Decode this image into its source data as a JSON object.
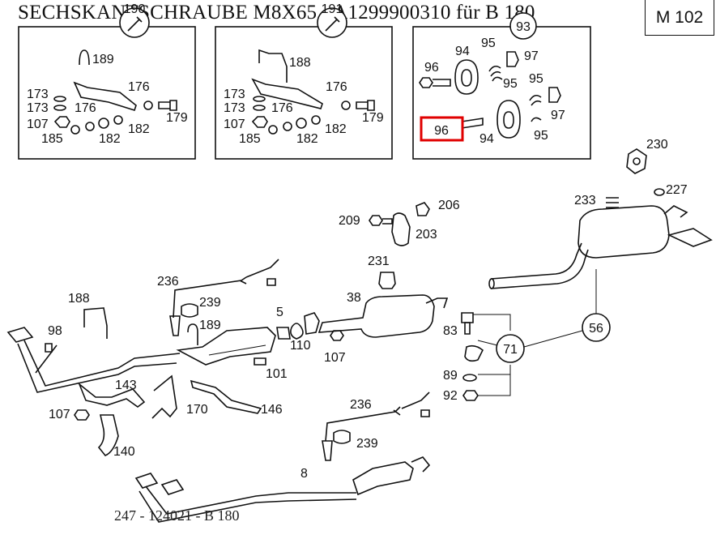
{
  "header": {
    "title": "SECHSKANTSCHRAUBE M8X65 - A1299900310 für B 180",
    "engine_code": "M 102"
  },
  "footer": {
    "text": "247 - 124021 - B 180"
  },
  "colors": {
    "highlight": "#e00000",
    "line": "#111111",
    "background": "#ffffff"
  },
  "inset_boxes": [
    {
      "callout": "190",
      "labels": [
        "189",
        "173",
        "176",
        "173",
        "176",
        "107",
        "182",
        "185",
        "182",
        "179"
      ]
    },
    {
      "callout": "191",
      "labels": [
        "188",
        "173",
        "176",
        "173",
        "176",
        "107",
        "182",
        "185",
        "182",
        "179"
      ]
    },
    {
      "callout": "93",
      "labels": [
        "96",
        "94",
        "95",
        "97",
        "95",
        "95",
        "97",
        "94",
        "95"
      ],
      "highlighted": "96"
    }
  ],
  "callouts": {
    "group_71": "71",
    "group_56": "56"
  },
  "part_labels": [
    "230",
    "227",
    "233",
    "209",
    "206",
    "203",
    "231",
    "236",
    "239",
    "189",
    "5",
    "38",
    "188",
    "98",
    "110",
    "107",
    "101",
    "83",
    "89",
    "92",
    "143",
    "107",
    "170",
    "146",
    "140",
    "236",
    "239",
    "8"
  ]
}
